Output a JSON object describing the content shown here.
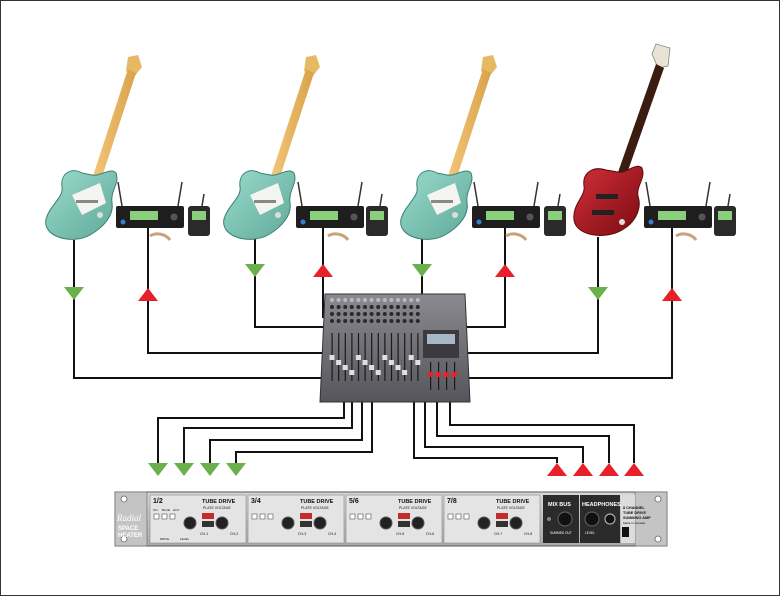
{
  "rack": {
    "brand": "Radial",
    "product_line1": "SPACE",
    "product_line2": "HEATER",
    "groups": [
      {
        "id": "1/2",
        "section": "TUBE DRIVE",
        "sub": "PLATE VOLTAGE",
        "ch_a": "CH-1",
        "ch_b": "CH-2"
      },
      {
        "id": "3/4",
        "section": "TUBE DRIVE",
        "sub": "PLATE VOLTAGE",
        "ch_a": "CH-3",
        "ch_b": "CH-4"
      },
      {
        "id": "5/6",
        "section": "TUBE DRIVE",
        "sub": "PLATE VOLTAGE",
        "ch_a": "CH-5",
        "ch_b": "CH-6"
      },
      {
        "id": "7/8",
        "section": "TUBE DRIVE",
        "sub": "PLATE VOLTAGE",
        "ch_a": "CH-7",
        "ch_b": "CH-8"
      }
    ],
    "switch_labels": [
      "ON",
      "BLUE",
      "HOT"
    ],
    "drive_label": "DRIVE",
    "level_label": "LEVEL",
    "mix_bus": "MIX BUS",
    "summed_out": "SUMMED OUT",
    "headphones": "HEADPHONES",
    "hp_level": "LEVEL",
    "desc_line1": "8 CHANNEL",
    "desc_line2": "TUBE DRIVE",
    "desc_line3": "SUMMING AMP",
    "desc_line4": "Made in Canada"
  },
  "colors": {
    "down_arrow": "#6ab04c",
    "up_arrow": "#e8202a",
    "cable": "#111111",
    "guitar_body": "#7cc8b8",
    "bass_body": "#a8141c"
  },
  "icons": [
    "guitar-icon",
    "bass-guitar-icon",
    "wireless-receiver-icon",
    "bodypack-transmitter-icon",
    "mixer-console-icon",
    "rack-unit-icon"
  ]
}
